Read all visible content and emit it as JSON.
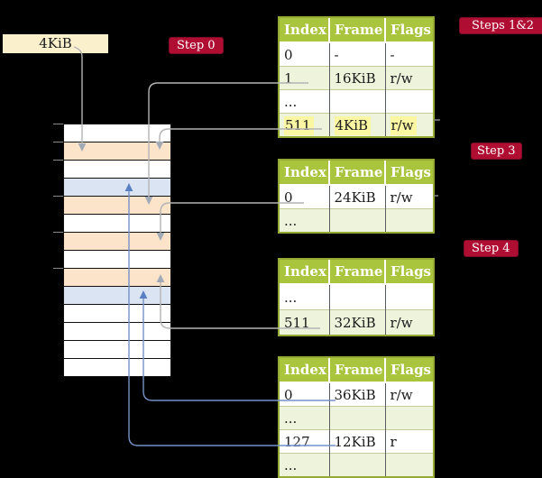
{
  "frame_label": {
    "text": "4KiB"
  },
  "badges": {
    "step0": "Step 0",
    "steps12": "Steps 1&2",
    "step3": "Step 3",
    "step4": "Step 4"
  },
  "memory_stack": {
    "rows": [
      "white",
      "peach",
      "white",
      "blue",
      "peach",
      "white",
      "peach",
      "white",
      "peach",
      "blue",
      "white",
      "white",
      "white",
      "white"
    ],
    "tick_rows": [
      0,
      1,
      2,
      4,
      6,
      8
    ]
  },
  "tables": [
    {
      "name": "steps12-table",
      "headers": [
        "Index",
        "Frame",
        "Flags"
      ],
      "rows": [
        {
          "cells": [
            "0",
            "-",
            "-"
          ]
        },
        {
          "cells": [
            "1",
            "16KiB",
            "r/w"
          ]
        },
        {
          "cells": [
            "...",
            "",
            ""
          ]
        },
        {
          "cells": [
            "511",
            "4KiB",
            "r/w"
          ]
        }
      ]
    },
    {
      "name": "step3-table",
      "headers": [
        "Index",
        "Frame",
        "Flags"
      ],
      "rows": [
        {
          "cells": [
            "0",
            "24KiB",
            "r/w"
          ]
        },
        {
          "cells": [
            "...",
            "",
            ""
          ]
        }
      ]
    },
    {
      "name": "step4-table",
      "headers": [
        "Index",
        "Frame",
        "Flags"
      ],
      "rows": [
        {
          "cells": [
            "...",
            "",
            ""
          ]
        },
        {
          "cells": [
            "511",
            "32KiB",
            "r/w"
          ]
        }
      ]
    },
    {
      "name": "final-table",
      "headers": [
        "Index",
        "Frame",
        "Flags"
      ],
      "rows": [
        {
          "cells": [
            "0",
            "36KiB",
            "r/w"
          ]
        },
        {
          "cells": [
            "...",
            "",
            ""
          ]
        },
        {
          "cells": [
            "127",
            "12KiB",
            "r"
          ]
        },
        {
          "cells": [
            "...",
            "",
            ""
          ]
        }
      ]
    }
  ],
  "links": [
    {
      "from": "frame-label-4KiB",
      "to": "memory-frame-4KiB",
      "color": "gray"
    },
    {
      "from": "steps12-table-row-1-16KiB",
      "to": "memory-frame-16KiB",
      "color": "gray"
    },
    {
      "from": "steps12-table-row-511-4KiB",
      "to": "memory-frame-4KiB",
      "color": "gray"
    },
    {
      "from": "step3-table-row-0-24KiB",
      "to": "memory-frame-24KiB",
      "color": "gray"
    },
    {
      "from": "step4-table-row-511-32KiB",
      "to": "memory-frame-32KiB",
      "color": "gray"
    },
    {
      "from": "final-table-row-0-36KiB",
      "to": "memory-frame-36KiB",
      "color": "blue"
    },
    {
      "from": "final-table-row-127-12KiB",
      "to": "memory-frame-12KiB",
      "color": "blue"
    }
  ],
  "colors": {
    "badge_bg": "#b00d32",
    "table_header_bg": "#a9c53d",
    "table_border": "#94aa35",
    "row_shade": "#eef3dc",
    "frame_peach": "#fce4ca",
    "frame_blue": "#dae4f3",
    "frame_white": "#ffffff",
    "highlight_yellow": "#fbf6a2",
    "label_cream": "#faf0cc",
    "connector_gray": "#b4b4b4",
    "connector_gray_arrow": "#a2aab6",
    "connector_blue": "#7591c7",
    "connector_blue_arrow": "#5a7fc2"
  }
}
